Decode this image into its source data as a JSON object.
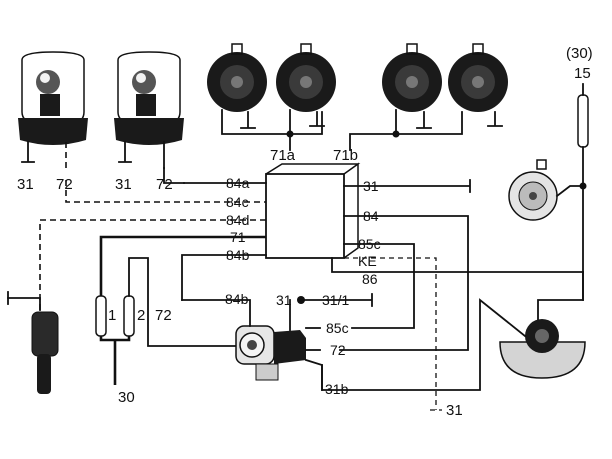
{
  "terminals": {
    "beacon_left_31": "31",
    "beacon_left_72": "72",
    "beacon_right_31": "31",
    "beacon_right_72": "72",
    "horns_left_node": "71a",
    "horns_right_node": "71b",
    "supply_30_label": "(30)",
    "supply_15_label": "15",
    "relay_84a": "84a",
    "relay_84c": "84c",
    "relay_84d": "84d",
    "relay_71": "71",
    "relay_84b": "84b",
    "relay_31": "31",
    "relay_84": "84",
    "relay_85c": "85c",
    "relay_ke": "KE",
    "relay_86": "86",
    "connector_1": "1",
    "connector_2": "2",
    "connector_72": "72",
    "connector_30": "30",
    "switch_84b": "84b",
    "switch_31": "31",
    "switch_31_1": "31/1",
    "switch_85c": "85c",
    "switch_72": "72",
    "switch_31b": "31b",
    "ground_31": "31"
  }
}
